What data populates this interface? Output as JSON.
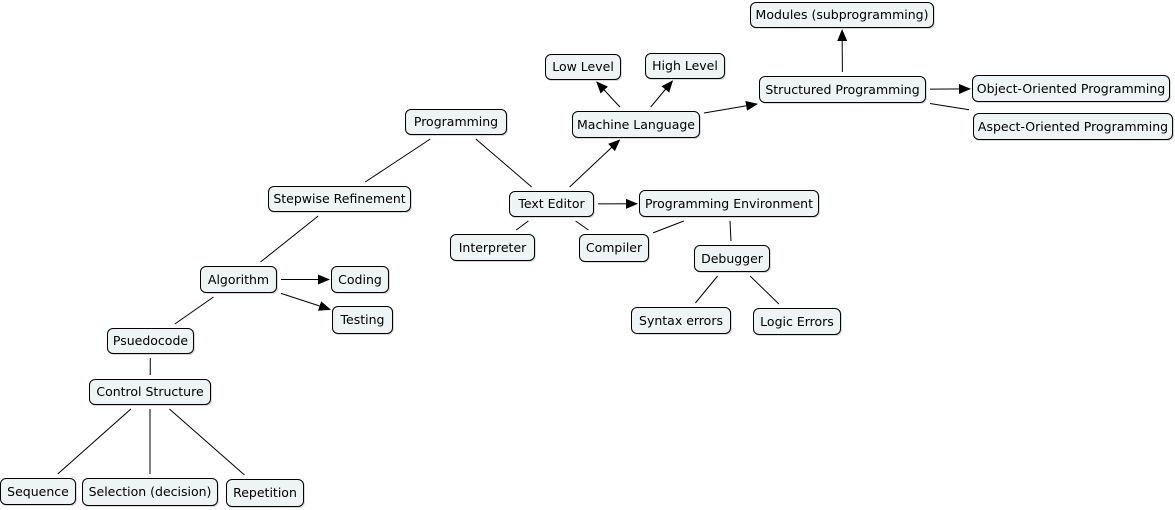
{
  "concept_map": {
    "nodes": {
      "modules": "Modules (subprogramming)",
      "low_level": "Low Level",
      "high_level": "High Level",
      "structured": "Structured Programming",
      "object_oriented": "Object-Oriented Programming",
      "machine_language": "Machine Language",
      "aspect_oriented": "Aspect-Oriented Programming",
      "programming": "Programming",
      "stepwise": "Stepwise Refinement",
      "text_editor": "Text Editor",
      "programming_env": "Programming Environment",
      "interpreter": "Interpreter",
      "compiler": "Compiler",
      "debugger": "Debugger",
      "algorithm": "Algorithm",
      "coding": "Coding",
      "testing": "Testing",
      "syntax_errors": "Syntax errors",
      "logic_errors": "Logic Errors",
      "psuedocode": "Psuedocode",
      "control_structure": "Control Structure",
      "sequence": "Sequence",
      "selection": "Selection (decision)",
      "repetition": "Repetition"
    },
    "connections": [
      {
        "from": "programming",
        "to": "stepwise",
        "arrow": false
      },
      {
        "from": "programming",
        "to": "text_editor",
        "arrow": false
      },
      {
        "from": "stepwise",
        "to": "algorithm",
        "arrow": false
      },
      {
        "from": "algorithm",
        "to": "coding",
        "arrow": true
      },
      {
        "from": "algorithm",
        "to": "testing",
        "arrow": true
      },
      {
        "from": "algorithm",
        "to": "psuedocode",
        "arrow": false
      },
      {
        "from": "psuedocode",
        "to": "control_structure",
        "arrow": false
      },
      {
        "from": "control_structure",
        "to": "sequence",
        "arrow": false
      },
      {
        "from": "control_structure",
        "to": "selection",
        "arrow": false
      },
      {
        "from": "control_structure",
        "to": "repetition",
        "arrow": false
      },
      {
        "from": "text_editor",
        "to": "interpreter",
        "arrow": false
      },
      {
        "from": "text_editor",
        "to": "compiler",
        "arrow": false
      },
      {
        "from": "text_editor",
        "to": "machine_language",
        "arrow": true
      },
      {
        "from": "text_editor",
        "to": "programming_env",
        "arrow": true
      },
      {
        "from": "programming_env",
        "to": "compiler",
        "arrow": false
      },
      {
        "from": "programming_env",
        "to": "debugger",
        "arrow": false
      },
      {
        "from": "debugger",
        "to": "syntax_errors",
        "arrow": false
      },
      {
        "from": "debugger",
        "to": "logic_errors",
        "arrow": false
      },
      {
        "from": "machine_language",
        "to": "low_level",
        "arrow": true
      },
      {
        "from": "machine_language",
        "to": "high_level",
        "arrow": true
      },
      {
        "from": "machine_language",
        "to": "structured",
        "arrow": true
      },
      {
        "from": "structured",
        "to": "modules",
        "arrow": true
      },
      {
        "from": "structured",
        "to": "object_oriented",
        "arrow": true
      },
      {
        "from": "structured",
        "to": "aspect_oriented",
        "arrow": false
      }
    ]
  }
}
